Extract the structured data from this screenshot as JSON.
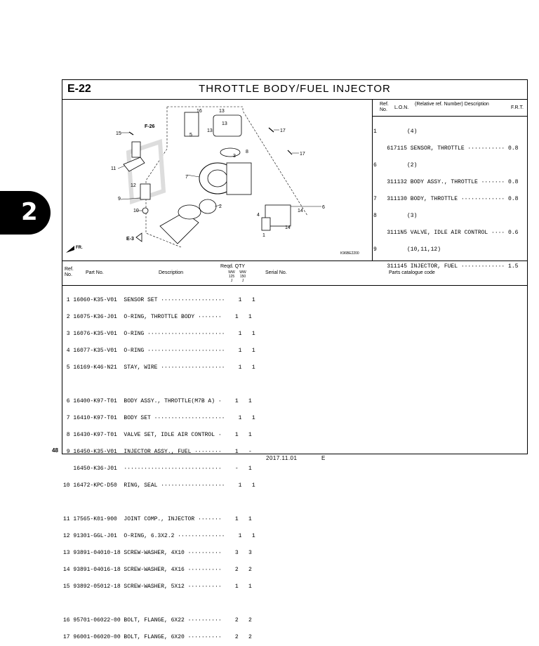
{
  "header": {
    "section_code": "E-22",
    "title": "THROTTLE BODY/FUEL INJECTOR"
  },
  "side_tab": {
    "number": "2"
  },
  "diagram": {
    "callouts": [
      "1",
      "2",
      "3",
      "4",
      "5",
      "6",
      "7",
      "8",
      "9",
      "10",
      "11",
      "12",
      "13",
      "13",
      "13",
      "14",
      "14",
      "15",
      "16",
      "17",
      "17"
    ],
    "ref_f26": "F-26",
    "ref_e3": "E-3",
    "front_arrow": "FR.",
    "figure_code": "K96BE2200"
  },
  "relative_table": {
    "headers": {
      "ref_no": "Ref. No.",
      "lon": "L.O.N.",
      "desc": "(Relative ref. Number) Description",
      "frt": "F.R.T."
    },
    "rows": [
      "1         (4)",
      "    617115 SENSOR, THROTTLE ··········· 0.8",
      "6         (2)",
      "    311132 BODY ASSY., THROTTLE ······· 0.8",
      "7   311130 BODY, THROTTLE ············· 0.8",
      "8         (3)",
      "    3111N5 VALVE, IDLE AIR CONTROL ···· 0.6",
      "9         (10,11,12)",
      "    311145 INJECTOR, FUEL ············· 1.5"
    ]
  },
  "parts_table": {
    "headers": {
      "ref_no": "Ref. No.",
      "part_no": "Part No.",
      "description": "Description",
      "reqd_qty": "Reqd. QTY",
      "ww125": "WW 125 J",
      "ww150": "WW 150 J",
      "serial_no": "Serial No.",
      "catalogue_code": "Parts catalogue code"
    },
    "rows": [
      " 1 16060-K35-V01  SENSOR SET ···················    1   1",
      " 2 16075-K36-J01  O-RING, THROTTLE BODY ·······    1   1",
      " 3 16076-K35-V01  O-RING ·······················    1   1",
      " 4 16077-K35-V01  O-RING ·······················    1   1",
      " 5 16169-K46-N21  STAY, WIRE ···················    1   1",
      "",
      " 6 16400-K97-T01  BODY ASSY., THROTTLE(M7B A) ·    1   1",
      " 7 16410-K97-T01  BODY SET ·····················    1   1",
      " 8 16430-K97-T01  VALVE SET, IDLE AIR CONTROL ·    1   1",
      " 9 16450-K35-V01  INJECTOR ASSY., FUEL ········    1   -",
      "   16450-K36-J01  ·····························    -   1",
      "10 16472-KPC-D50  RING, SEAL ···················    1   1",
      "",
      "11 17565-K01-900  JOINT COMP., INJECTOR ·······    1   1",
      "12 91301-GGL-J01  O-RING, 6.3X2.2 ··············    1   1",
      "13 93891-04010-18 SCREW-WASHER, 4X10 ··········    3   3",
      "14 93891-04016-18 SCREW-WASHER, 4X16 ··········    2   2",
      "15 93892-05012-18 SCREW-WASHER, 5X12 ··········    1   1",
      "",
      "16 95701-06022-00 BOLT, FLANGE, 6X22 ··········    2   2",
      "17 96001-06020-00 BOLT, FLANGE, 6X20 ··········    2   2"
    ]
  },
  "footer": {
    "page_number": "48",
    "date": "2017.11.01",
    "lang": "E"
  }
}
